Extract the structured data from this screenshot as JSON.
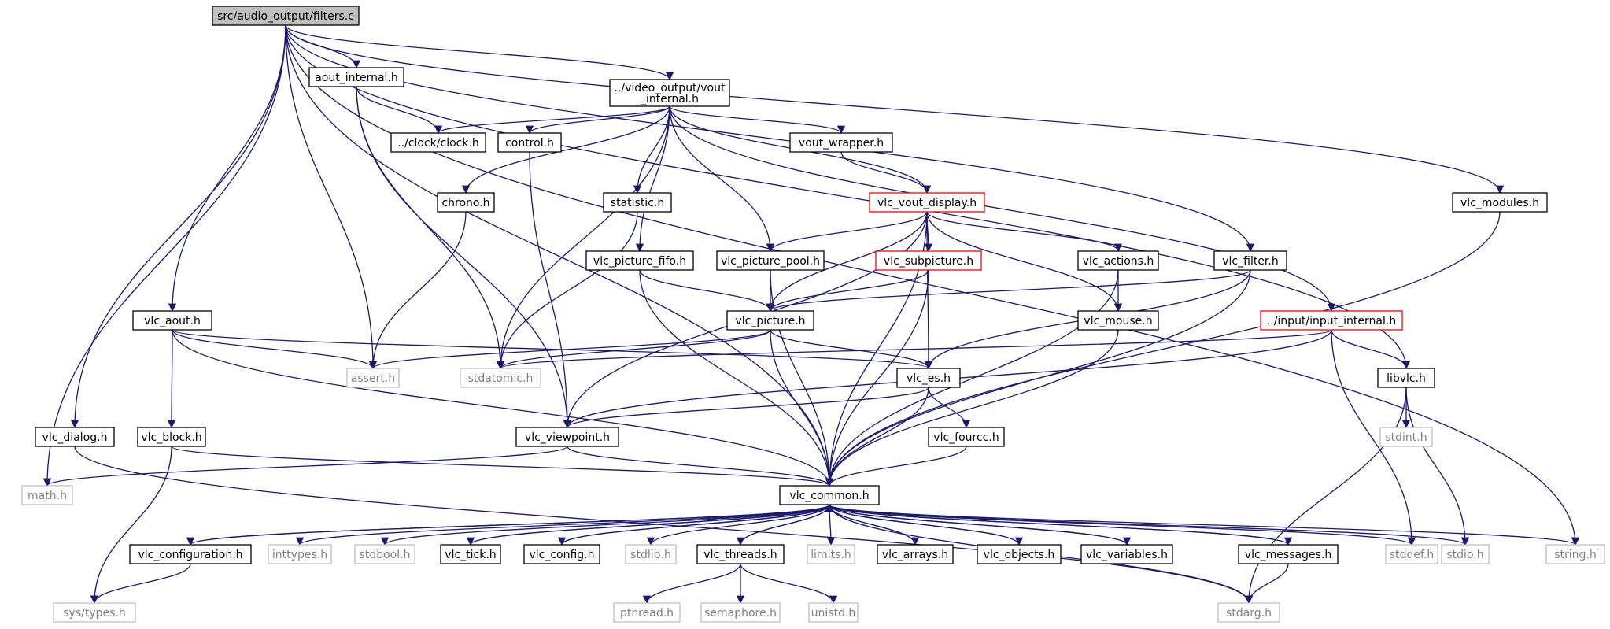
{
  "graph": {
    "title": "src/audio_output/filters.c",
    "nodes": [
      {
        "id": "root",
        "label": "src/audio_output/filters.c",
        "style": "root"
      },
      {
        "id": "aout_internal",
        "label": "aout_internal.h",
        "style": "normal"
      },
      {
        "id": "vout_internal",
        "label": "../video_output/vout\n_internal.h",
        "style": "normal"
      },
      {
        "id": "clock",
        "label": "../clock/clock.h",
        "style": "normal"
      },
      {
        "id": "control",
        "label": "control.h",
        "style": "normal"
      },
      {
        "id": "vout_wrapper",
        "label": "vout_wrapper.h",
        "style": "normal"
      },
      {
        "id": "chrono",
        "label": "chrono.h",
        "style": "normal"
      },
      {
        "id": "statistic",
        "label": "statistic.h",
        "style": "normal"
      },
      {
        "id": "vlc_vout_display",
        "label": "vlc_vout_display.h",
        "style": "red"
      },
      {
        "id": "vlc_modules",
        "label": "vlc_modules.h",
        "style": "normal"
      },
      {
        "id": "vlc_picture_fifo",
        "label": "vlc_picture_fifo.h",
        "style": "normal"
      },
      {
        "id": "vlc_picture_pool",
        "label": "vlc_picture_pool.h",
        "style": "normal"
      },
      {
        "id": "vlc_subpicture",
        "label": "vlc_subpicture.h",
        "style": "red"
      },
      {
        "id": "vlc_actions",
        "label": "vlc_actions.h",
        "style": "normal"
      },
      {
        "id": "vlc_filter",
        "label": "vlc_filter.h",
        "style": "normal"
      },
      {
        "id": "vlc_aout",
        "label": "vlc_aout.h",
        "style": "normal"
      },
      {
        "id": "vlc_picture",
        "label": "vlc_picture.h",
        "style": "normal"
      },
      {
        "id": "vlc_mouse",
        "label": "vlc_mouse.h",
        "style": "normal"
      },
      {
        "id": "input_internal",
        "label": "../input/input_internal.h",
        "style": "red"
      },
      {
        "id": "assert",
        "label": "assert.h",
        "style": "gray"
      },
      {
        "id": "stdatomic",
        "label": "stdatomic.h",
        "style": "gray"
      },
      {
        "id": "vlc_es",
        "label": "vlc_es.h",
        "style": "normal"
      },
      {
        "id": "libvlc",
        "label": "libvlc.h",
        "style": "normal"
      },
      {
        "id": "vlc_dialog",
        "label": "vlc_dialog.h",
        "style": "normal"
      },
      {
        "id": "vlc_block",
        "label": "vlc_block.h",
        "style": "normal"
      },
      {
        "id": "vlc_viewpoint",
        "label": "vlc_viewpoint.h",
        "style": "normal"
      },
      {
        "id": "vlc_fourcc",
        "label": "vlc_fourcc.h",
        "style": "normal"
      },
      {
        "id": "stdint",
        "label": "stdint.h",
        "style": "gray"
      },
      {
        "id": "math",
        "label": "math.h",
        "style": "gray"
      },
      {
        "id": "vlc_common",
        "label": "vlc_common.h",
        "style": "normal"
      },
      {
        "id": "vlc_configuration",
        "label": "vlc_configuration.h",
        "style": "normal"
      },
      {
        "id": "inttypes",
        "label": "inttypes.h",
        "style": "gray"
      },
      {
        "id": "stdbool",
        "label": "stdbool.h",
        "style": "gray"
      },
      {
        "id": "vlc_tick",
        "label": "vlc_tick.h",
        "style": "normal"
      },
      {
        "id": "vlc_config",
        "label": "vlc_config.h",
        "style": "normal"
      },
      {
        "id": "stdlib",
        "label": "stdlib.h",
        "style": "gray"
      },
      {
        "id": "vlc_threads",
        "label": "vlc_threads.h",
        "style": "normal"
      },
      {
        "id": "limits",
        "label": "limits.h",
        "style": "gray"
      },
      {
        "id": "vlc_arrays",
        "label": "vlc_arrays.h",
        "style": "normal"
      },
      {
        "id": "vlc_objects",
        "label": "vlc_objects.h",
        "style": "normal"
      },
      {
        "id": "vlc_variables",
        "label": "vlc_variables.h",
        "style": "normal"
      },
      {
        "id": "vlc_messages",
        "label": "vlc_messages.h",
        "style": "normal"
      },
      {
        "id": "stddef",
        "label": "stddef.h",
        "style": "gray"
      },
      {
        "id": "stdio",
        "label": "stdio.h",
        "style": "gray"
      },
      {
        "id": "string",
        "label": "string.h",
        "style": "gray"
      },
      {
        "id": "sys_types",
        "label": "sys/types.h",
        "style": "gray"
      },
      {
        "id": "pthread",
        "label": "pthread.h",
        "style": "gray"
      },
      {
        "id": "semaphore",
        "label": "semaphore.h",
        "style": "gray"
      },
      {
        "id": "unistd",
        "label": "unistd.h",
        "style": "gray"
      },
      {
        "id": "stdarg",
        "label": "stdarg.h",
        "style": "gray"
      }
    ],
    "edges": [
      [
        "root",
        "aout_internal"
      ],
      [
        "root",
        "vout_internal"
      ],
      [
        "root",
        "vlc_aout"
      ],
      [
        "root",
        "vlc_dialog"
      ],
      [
        "root",
        "math"
      ],
      [
        "root",
        "assert"
      ],
      [
        "root",
        "vlc_common"
      ],
      [
        "root",
        "vlc_filter"
      ],
      [
        "root",
        "libvlc"
      ],
      [
        "root",
        "vlc_modules"
      ],
      [
        "root",
        "string"
      ],
      [
        "aout_internal",
        "clock"
      ],
      [
        "aout_internal",
        "stdatomic"
      ],
      [
        "aout_internal",
        "vlc_viewpoint"
      ],
      [
        "vout_internal",
        "clock"
      ],
      [
        "vout_internal",
        "control"
      ],
      [
        "vout_internal",
        "chrono"
      ],
      [
        "vout_internal",
        "statistic"
      ],
      [
        "vout_internal",
        "vlc_picture_fifo"
      ],
      [
        "vout_internal",
        "vlc_picture_pool"
      ],
      [
        "vout_internal",
        "vout_wrapper"
      ],
      [
        "vout_internal",
        "vlc_vout_display"
      ],
      [
        "vout_internal",
        "input_internal"
      ],
      [
        "vout_internal",
        "stdatomic"
      ],
      [
        "control",
        "vlc_viewpoint"
      ],
      [
        "chrono",
        "assert"
      ],
      [
        "statistic",
        "stdatomic"
      ],
      [
        "vout_wrapper",
        "vlc_vout_display"
      ],
      [
        "vlc_vout_display",
        "vlc_picture_pool"
      ],
      [
        "vlc_vout_display",
        "vlc_subpicture"
      ],
      [
        "vlc_vout_display",
        "vlc_actions"
      ],
      [
        "vlc_vout_display",
        "vlc_picture"
      ],
      [
        "vlc_vout_display",
        "vlc_mouse"
      ],
      [
        "vlc_vout_display",
        "vlc_es"
      ],
      [
        "vlc_vout_display",
        "vlc_viewpoint"
      ],
      [
        "vlc_vout_display",
        "vlc_common"
      ],
      [
        "vlc_picture_fifo",
        "vlc_picture"
      ],
      [
        "vlc_picture_fifo",
        "vlc_common"
      ],
      [
        "vlc_picture_pool",
        "vlc_picture"
      ],
      [
        "vlc_picture_pool",
        "vlc_common"
      ],
      [
        "vlc_subpicture",
        "vlc_picture"
      ],
      [
        "vlc_subpicture",
        "vlc_common"
      ],
      [
        "vlc_actions",
        "vlc_mouse"
      ],
      [
        "vlc_actions",
        "vlc_common"
      ],
      [
        "vlc_filter",
        "vlc_picture"
      ],
      [
        "vlc_filter",
        "vlc_es"
      ],
      [
        "vlc_filter",
        "vlc_common"
      ],
      [
        "vlc_aout",
        "assert"
      ],
      [
        "vlc_aout",
        "vlc_es"
      ],
      [
        "vlc_aout",
        "vlc_block"
      ],
      [
        "vlc_aout",
        "vlc_common"
      ],
      [
        "vlc_picture",
        "assert"
      ],
      [
        "vlc_picture",
        "stdatomic"
      ],
      [
        "vlc_picture",
        "vlc_es"
      ],
      [
        "vlc_picture",
        "vlc_common"
      ],
      [
        "vlc_mouse",
        "vlc_common"
      ],
      [
        "input_internal",
        "stdatomic"
      ],
      [
        "input_internal",
        "libvlc"
      ],
      [
        "input_internal",
        "vlc_viewpoint"
      ],
      [
        "input_internal",
        "stddef"
      ],
      [
        "vlc_es",
        "vlc_viewpoint"
      ],
      [
        "vlc_es",
        "vlc_fourcc"
      ],
      [
        "vlc_es",
        "vlc_common"
      ],
      [
        "libvlc",
        "stdint"
      ],
      [
        "libvlc",
        "stdio"
      ],
      [
        "libvlc",
        "stdarg"
      ],
      [
        "vlc_dialog",
        "stdarg"
      ],
      [
        "vlc_block",
        "sys_types"
      ],
      [
        "vlc_block",
        "vlc_common"
      ],
      [
        "vlc_viewpoint",
        "math"
      ],
      [
        "vlc_viewpoint",
        "vlc_common"
      ],
      [
        "vlc_fourcc",
        "vlc_common"
      ],
      [
        "vlc_modules",
        "vlc_common"
      ],
      [
        "vlc_common",
        "vlc_configuration"
      ],
      [
        "vlc_common",
        "inttypes"
      ],
      [
        "vlc_common",
        "stdbool"
      ],
      [
        "vlc_common",
        "vlc_tick"
      ],
      [
        "vlc_common",
        "vlc_config"
      ],
      [
        "vlc_common",
        "stdlib"
      ],
      [
        "vlc_common",
        "vlc_threads"
      ],
      [
        "vlc_common",
        "limits"
      ],
      [
        "vlc_common",
        "vlc_arrays"
      ],
      [
        "vlc_common",
        "vlc_objects"
      ],
      [
        "vlc_common",
        "vlc_variables"
      ],
      [
        "vlc_common",
        "vlc_messages"
      ],
      [
        "vlc_common",
        "stddef"
      ],
      [
        "vlc_common",
        "stdio"
      ],
      [
        "vlc_common",
        "string"
      ],
      [
        "vlc_common",
        "stdarg"
      ],
      [
        "vlc_configuration",
        "vlc_common"
      ],
      [
        "vlc_tick",
        "vlc_common"
      ],
      [
        "vlc_config",
        "vlc_common"
      ],
      [
        "vlc_threads",
        "vlc_common"
      ],
      [
        "vlc_arrays",
        "vlc_common"
      ],
      [
        "vlc_objects",
        "vlc_common"
      ],
      [
        "vlc_variables",
        "vlc_common"
      ],
      [
        "vlc_messages",
        "vlc_common"
      ],
      [
        "vlc_configuration",
        "sys_types"
      ],
      [
        "vlc_threads",
        "pthread"
      ],
      [
        "vlc_threads",
        "semaphore"
      ],
      [
        "vlc_threads",
        "unistd"
      ],
      [
        "vlc_messages",
        "stdarg"
      ]
    ],
    "colors": {
      "edge": "#191970",
      "node_border": "#000000",
      "gray_border": "#bfbfbf",
      "gray_text": "#808080",
      "red_border": "#ff0000",
      "root_fill": "#bfbfbf",
      "node_fill": "#ffffff"
    }
  }
}
